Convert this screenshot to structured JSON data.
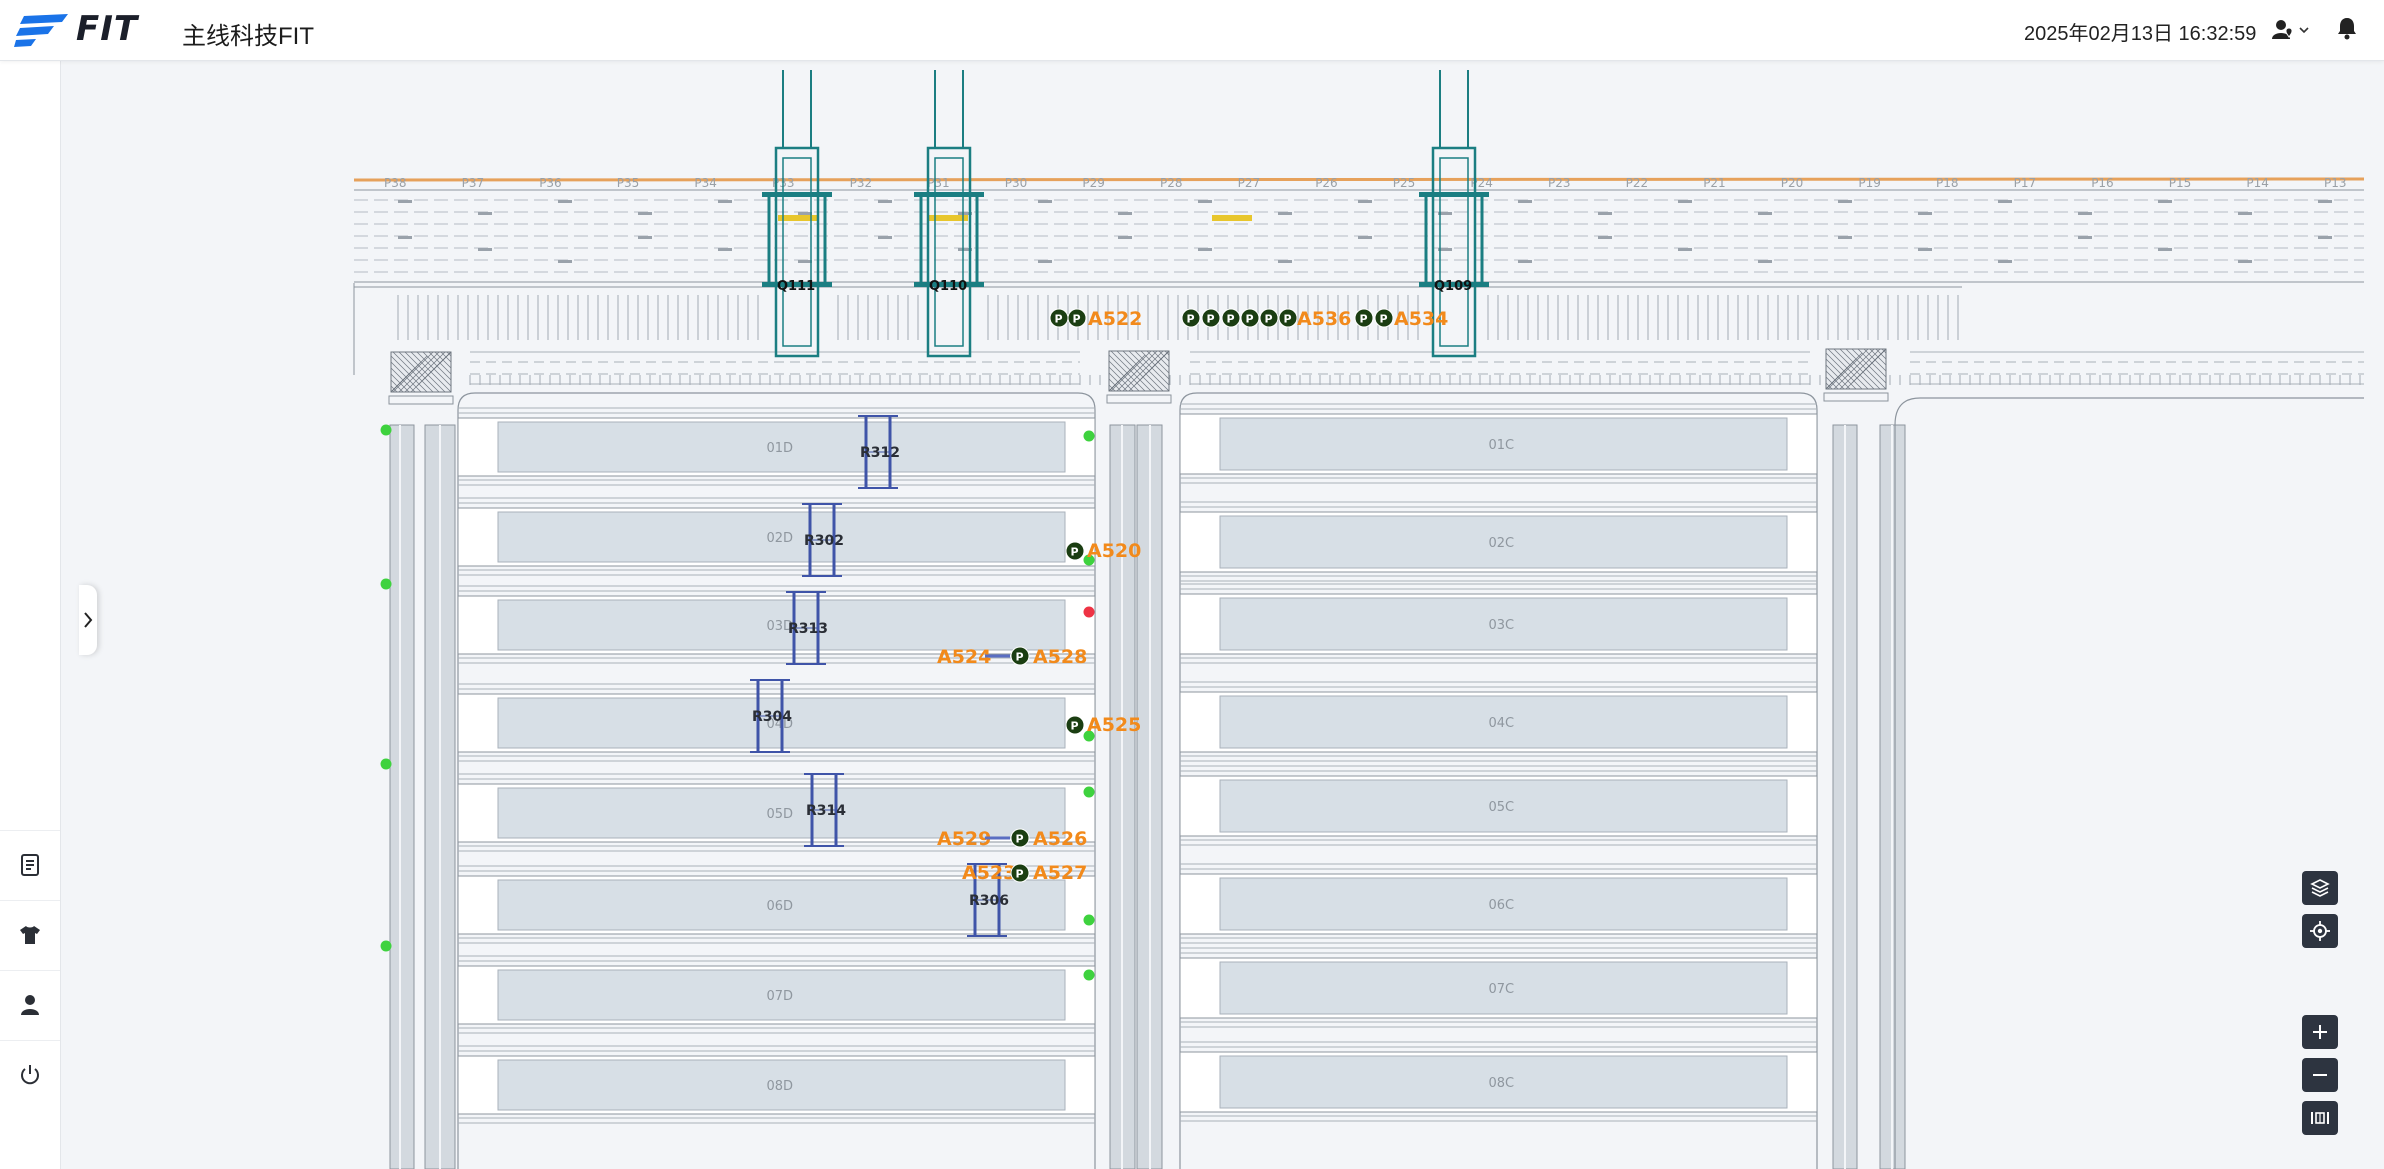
{
  "header": {
    "logo_text": "FIT",
    "company_name": "主线科技FIT",
    "datetime": "2025年02月13日 16:32:59",
    "icons": [
      "user-location-icon",
      "chevron-down-icon",
      "bell-icon"
    ]
  },
  "sidebar": {
    "items": [
      {
        "name": "document-icon"
      },
      {
        "name": "shirt-icon"
      },
      {
        "name": "user-icon"
      },
      {
        "name": "power-icon"
      }
    ],
    "collapse_icon": "chevron-right-icon"
  },
  "map": {
    "lane_labels": [
      "P38",
      "P37",
      "P36",
      "P35",
      "P34",
      "P33",
      "P32",
      "P31",
      "P30",
      "P29",
      "P28",
      "P27",
      "P26",
      "P25",
      "P24",
      "P23",
      "P22",
      "P21",
      "P20",
      "P19",
      "P18",
      "P17",
      "P16",
      "P15",
      "P14",
      "P13"
    ],
    "cranes": [
      "Q111",
      "Q110",
      "Q109"
    ],
    "blocks_left": [
      "01D",
      "02D",
      "03D",
      "04D",
      "05D",
      "06D",
      "07D",
      "08D"
    ],
    "blocks_right": [
      "01C",
      "02C",
      "03C",
      "04C",
      "05C",
      "06C",
      "07C",
      "08C"
    ],
    "rtgs": [
      "R312",
      "R302",
      "R313",
      "R304",
      "R314",
      "R306"
    ],
    "vehicles": {
      "quay_group_1": "A522",
      "quay_group_2": "A536",
      "quay_group_3": "A534",
      "a520": "A520",
      "a524": "A524",
      "a528": "A528",
      "a525": "A525",
      "a529": "A529",
      "a526": "A526",
      "a523": "A523",
      "a527": "A527"
    },
    "vehicle_marker": "P"
  },
  "controls": {
    "icons": [
      "layers-icon",
      "locate-icon",
      "zoom-in-icon",
      "zoom-out-icon",
      "fit-width-icon"
    ]
  },
  "colors": {
    "vehicle_label": "#f28a1b",
    "vehicle_marker": "#1b3e12",
    "crane": "#1b7e82",
    "rtg": "#3f54a8",
    "block_fill": "#d7dfe6",
    "status_green": "#3ed23e",
    "status_red": "#ee3344",
    "yellow_mark": "#e8c62c",
    "berth_line": "#e6a15b"
  }
}
